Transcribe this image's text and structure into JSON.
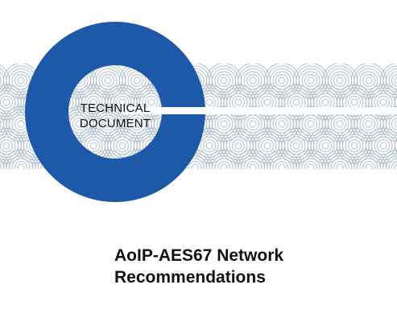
{
  "cover": {
    "badge": {
      "line1": "TECHNICAL",
      "line2": "DOCUMENT"
    },
    "title": {
      "line1": "AoIP-AES67 Network",
      "line2": "Recommendations"
    },
    "colors": {
      "ring": "#1D59A8",
      "pattern": "#9FB6C6",
      "text": "#111111",
      "background": "#FFFFFF"
    },
    "icons": {
      "ring": "ring-logo-icon",
      "pattern": "concentric-circles-pattern"
    }
  }
}
